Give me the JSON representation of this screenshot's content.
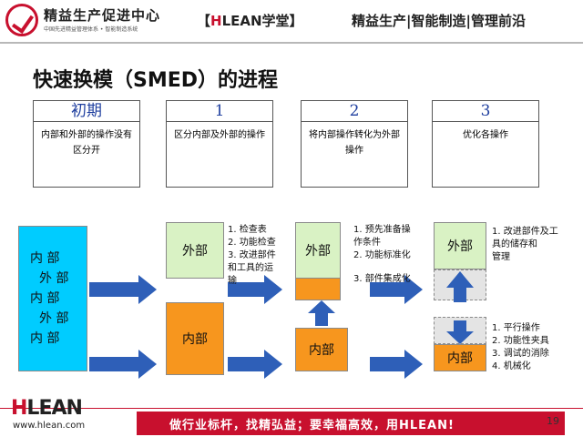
{
  "header": {
    "company_name": "精益生产促进中心",
    "company_sub": "中国先进精益管理体系 • 智能制造系统",
    "brand_left": "【",
    "brand_h": "H",
    "brand_rest": "LEAN学堂",
    "brand_right": "】",
    "slogan": "精益生产|智能制造|管理前沿"
  },
  "title": "快速换模（SMED）的进程",
  "stages": [
    {
      "head": "初期",
      "text": "内部和外部的操作没有区分开"
    },
    {
      "head": "1",
      "text": "区分内部及外部的操作"
    },
    {
      "head": "2",
      "text": "将内部操作转化为外部操作"
    },
    {
      "head": "3",
      "text": "优化各操作"
    }
  ],
  "blocks": {
    "initial_lines": [
      "内 部",
      "外 部",
      "内 部",
      "外 部",
      "内 部"
    ],
    "external": "外部",
    "internal": "内部"
  },
  "notes": {
    "step1": [
      "1. 检查表",
      "2. 功能检查",
      "3. 改进部件",
      "和工具的运",
      "输"
    ],
    "step2_a": [
      "1. 预先准备操",
      "作条件",
      "2. 功能标准化"
    ],
    "step2_b": [
      "3. 部件集成化"
    ],
    "step3_a": [
      "1. 改进部件及工",
      "具的储存和",
      "管理"
    ],
    "step3_b": [
      "1. 平行操作",
      "2. 功能性夹具",
      "3. 调试的消除",
      "4. 机械化"
    ]
  },
  "footer": {
    "logo_h": "H",
    "logo_rest": "LEAN",
    "url": "www.hlean.com",
    "slogan": "做行业标杆，找精弘益；要幸福高效，用HLEAN!",
    "page": "19"
  },
  "colors": {
    "brand_red": "#c8102e",
    "arrow_blue": "#2e5fb8",
    "cyan": "#00ccff",
    "green": "#d9f2c4",
    "orange": "#f7961e"
  }
}
